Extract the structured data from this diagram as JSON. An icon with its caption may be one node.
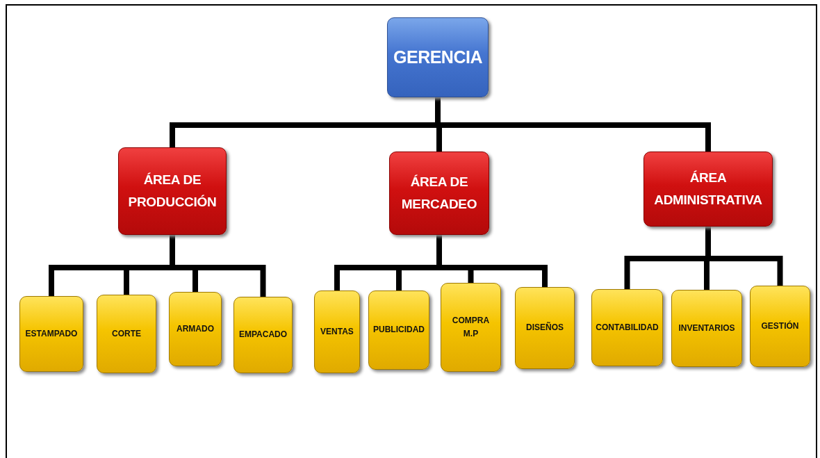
{
  "diagram": {
    "nodes": [
      {
        "text": [
          "GERENCIA"
        ]
      },
      {
        "text": [
          "ÁREA DE PRODUCCIÓN"
        ]
      },
      {
        "text": [
          "ÁREA DE MERCADEO"
        ]
      },
      {
        "text": [
          "ÁREA ADMINISTRATIVA"
        ]
      },
      {
        "text": [
          "ESTAMPADO"
        ]
      },
      {
        "text": [
          "CORTE"
        ]
      },
      {
        "text": [
          "ARMADO"
        ]
      },
      {
        "text": [
          "EMPACADO"
        ]
      },
      {
        "text": [
          "VENTAS"
        ]
      },
      {
        "text": [
          "PUBLICIDAD"
        ]
      },
      {
        "text": [
          "COMPRA M.P"
        ]
      },
      {
        "text": [
          "DISEÑOS"
        ]
      },
      {
        "text": [
          "CONTABILIDAD"
        ]
      },
      {
        "text": [
          "INVENTARIOS"
        ]
      },
      {
        "text": [
          "GESTIÓN"
        ]
      }
    ],
    "edges": [
      {
        "from": 0,
        "to": 1,
        "arrow": "none"
      },
      {
        "from": 0,
        "to": 2,
        "arrow": "none"
      },
      {
        "from": 0,
        "to": 3,
        "arrow": "none"
      },
      {
        "from": 1,
        "to": 4,
        "arrow": "none"
      },
      {
        "from": 1,
        "to": 5,
        "arrow": "none"
      },
      {
        "from": 1,
        "to": 6,
        "arrow": "none"
      },
      {
        "from": 1,
        "to": 7,
        "arrow": "none"
      },
      {
        "from": 2,
        "to": 8,
        "arrow": "none"
      },
      {
        "from": 2,
        "to": 9,
        "arrow": "none"
      },
      {
        "from": 2,
        "to": 10,
        "arrow": "none"
      },
      {
        "from": 2,
        "to": 11,
        "arrow": "none"
      },
      {
        "from": 3,
        "to": 12,
        "arrow": "none"
      },
      {
        "from": 3,
        "to": 13,
        "arrow": "none"
      },
      {
        "from": 3,
        "to": 14,
        "arrow": "none"
      }
    ]
  }
}
